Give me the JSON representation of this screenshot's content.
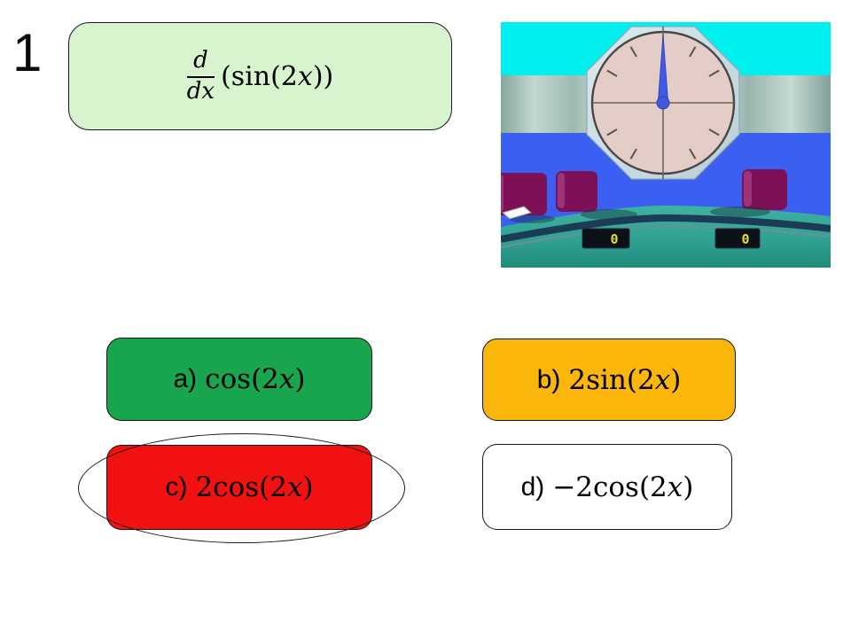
{
  "slide_number": "1",
  "question": {
    "frac_numerator": "d",
    "frac_denominator": "dx",
    "expr_pre": "(sin(2",
    "expr_var": "x",
    "expr_post": "))",
    "bg_color": "#d7f4cf"
  },
  "options": [
    {
      "label": "a)",
      "pre": "cos(2",
      "var": "x",
      "post": ")",
      "bg_color": "#18a54d",
      "circled": false
    },
    {
      "label": "b)",
      "pre": "2sin(2",
      "var": "x",
      "post": ")",
      "bg_color": "#fbb60c",
      "circled": false
    },
    {
      "label": "c)",
      "pre": "2cos(2",
      "var": "x",
      "post": ")",
      "bg_color": "#f21111",
      "circled": true
    },
    {
      "label": "d)",
      "pre": "−2cos(2",
      "var": "x",
      "post": ")",
      "bg_color": "#ffffff",
      "circled": false
    }
  ],
  "clock": {
    "left_score": "0",
    "right_score": "0",
    "colors": {
      "sky_cyan": "#00f0f0",
      "wall_blue": "#3b5ff0",
      "metal_band": "#aec9c1",
      "desk_teal": "#35a796",
      "chair_maroon": "#7d1056",
      "clock_face": "#e3cdc6",
      "octagon": "#cfe2e8",
      "needle_blue": "#3d5be8",
      "score_digit": "#e3de3c"
    }
  }
}
